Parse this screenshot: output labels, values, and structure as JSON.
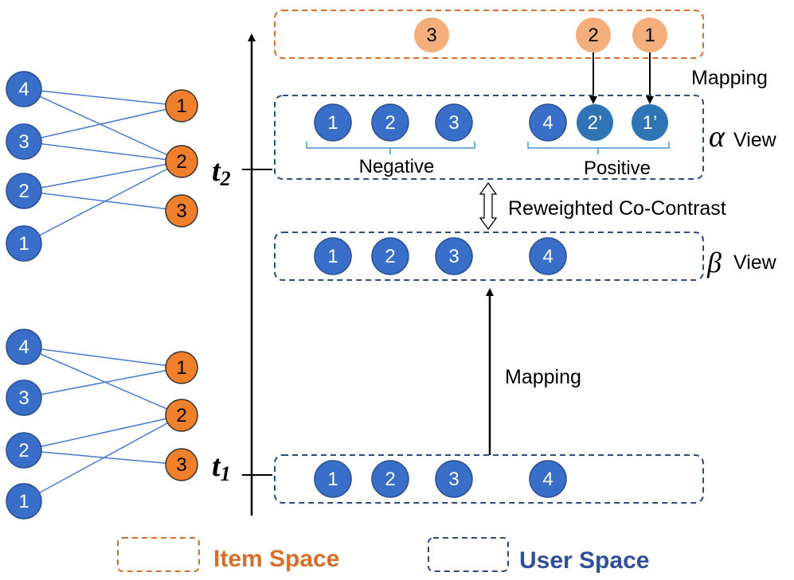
{
  "colors": {
    "user_node": "#3a6fc9",
    "user_node_stroke": "#2a4f91",
    "user_node_dark": "#2f74b5",
    "item_node": "#f07f2b",
    "item_node_light": "#f4ae7b",
    "item_stroke": "#333333",
    "user_box": "#2e4a7f",
    "item_box": "#d56e2a",
    "edge": "#4a78cc",
    "brace": "#4a8fd2",
    "item_legend_text": "#d56e2a",
    "user_legend_text": "#2f4f9a"
  },
  "graph_t2": {
    "users": [
      "4",
      "3",
      "2",
      "1"
    ],
    "items": [
      "1",
      "2",
      "3"
    ]
  },
  "graph_t1": {
    "users": [
      "4",
      "3",
      "2",
      "1"
    ],
    "items": [
      "1",
      "2",
      "3"
    ]
  },
  "timeline": {
    "t2_base": "t",
    "t2_sub": "2",
    "t1_base": "t",
    "t1_sub": "1"
  },
  "item_space_row": {
    "items": [
      "3",
      "2",
      "1"
    ]
  },
  "alpha_view": {
    "symbol": "α",
    "label": "View",
    "negatives": [
      "1",
      "2",
      "3"
    ],
    "positives": [
      "4",
      "2’",
      "1’"
    ],
    "negative_label": "Negative",
    "positive_label": "Positive"
  },
  "beta_view": {
    "symbol": "β",
    "label": "View",
    "users": [
      "1",
      "2",
      "3",
      "4"
    ]
  },
  "t1_row": {
    "users": [
      "1",
      "2",
      "3",
      "4"
    ]
  },
  "labels": {
    "mapping_top": "Mapping",
    "mapping_bottom": "Mapping",
    "co_contrast": "Reweighted Co-Contrast"
  },
  "legend": {
    "item_space": "Item Space",
    "user_space": "User Space"
  }
}
